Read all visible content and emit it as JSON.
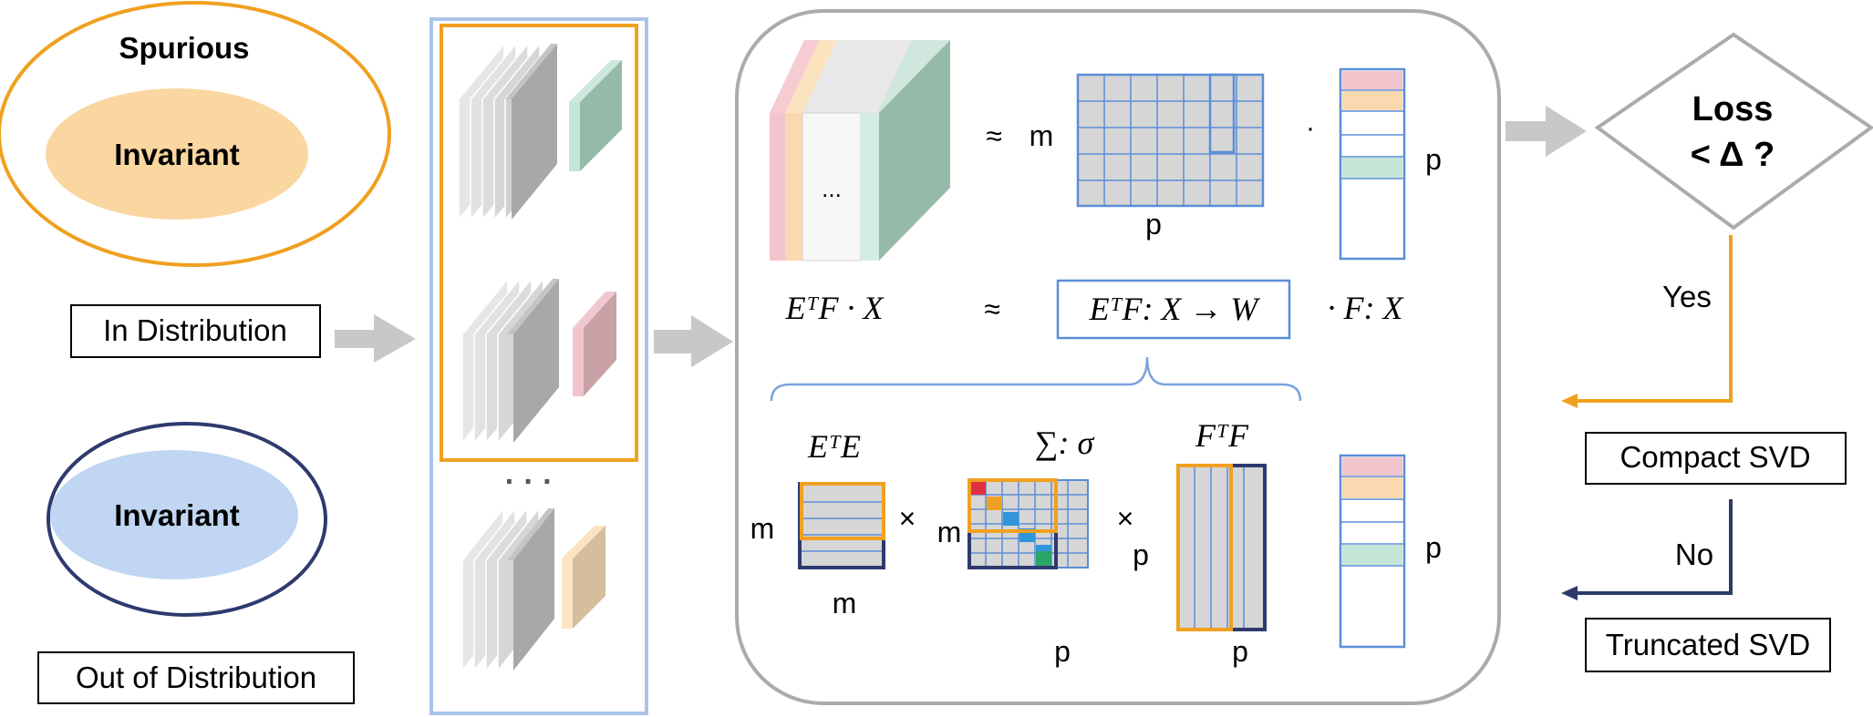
{
  "legend": {
    "spurious_label": "Spurious",
    "invariant_label_id": "Invariant",
    "invariant_label_ood": "Invariant",
    "in_distribution_label": "In Distribution",
    "out_of_distribution_label": "Out of Distribution"
  },
  "features_panel": {
    "ellipsis": "· · ·"
  },
  "svd_panel": {
    "tensor_ellipsis": "...",
    "approx_symbol": "≈",
    "dim_m": "m",
    "dim_p": "p",
    "dot_symbol": "·",
    "eq_left": "EᵀF · X",
    "eq_approx": "≈",
    "eq_mid": "EᵀF:  X → W",
    "eq_right": "· F:  X",
    "ete_label": "EᵀE",
    "sigma_label": "∑:  σ",
    "ftf_label": "FᵀF",
    "times_symbol": "×"
  },
  "decision": {
    "loss_line1": "Loss",
    "loss_line2": "< Δ ?",
    "yes_label": "Yes",
    "no_label": "No",
    "compact_svd_label": "Compact SVD",
    "truncated_svd_label": "Truncated SVD"
  },
  "colors": {
    "orange": "#F0A020",
    "navy": "#2E3A6E",
    "light_blue": "#A9C4EA",
    "matrix_blue": "#5B8ED6",
    "grey_arrow": "#C8C8C8",
    "peach": "#FAD6A0",
    "pale_blue": "#C0D6F2",
    "green": "#95BBA8",
    "pink": "#F2C4CC",
    "mauve": "#C9A2A8",
    "tan": "#D5BE9E"
  }
}
